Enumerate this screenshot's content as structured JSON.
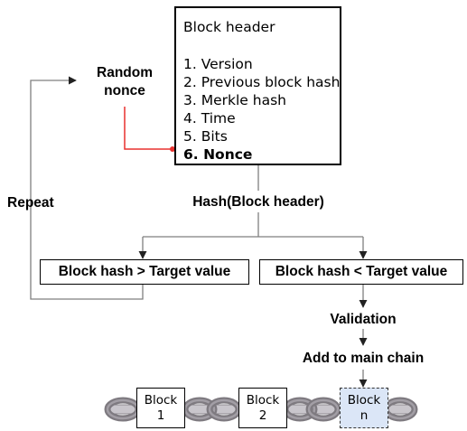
{
  "block_header": {
    "title": "Block header",
    "fields": [
      {
        "label": "1. Version",
        "emphasis": false
      },
      {
        "label": "2. Previous block hash",
        "emphasis": false
      },
      {
        "label": "3. Merkle hash",
        "emphasis": false
      },
      {
        "label": "4. Time",
        "emphasis": false
      },
      {
        "label": "5. Bits",
        "emphasis": false
      },
      {
        "label": "6. Nonce",
        "emphasis": true
      }
    ]
  },
  "random_nonce": {
    "line1": "Random",
    "line2": "nonce"
  },
  "repeat_label": "Repeat",
  "hash_label": "Hash(Block header)",
  "conditions": {
    "fail": "Block hash > Target value",
    "success": "Block hash < Target value"
  },
  "validation_label": "Validation",
  "add_label": "Add to main chain",
  "chain_blocks": [
    {
      "word": "Block",
      "id": "1",
      "current": false
    },
    {
      "word": "Block",
      "id": "2",
      "current": false
    },
    {
      "word": "Block",
      "id": "n",
      "current": true
    }
  ],
  "colors": {
    "nonce_link": "#e8312f",
    "flow_line": "#7f7f7f",
    "chain_metal": "#7e7a80",
    "chain_rod": "#c9c6cc",
    "current_block_fill": "#dbe6f7"
  }
}
